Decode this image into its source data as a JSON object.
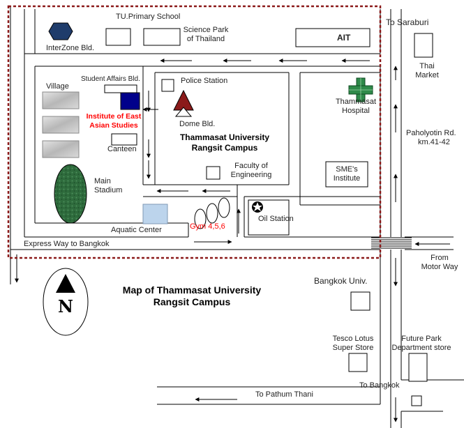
{
  "map_title": {
    "line1": "Map of Thammasat University",
    "line2": "Rangsit Campus"
  },
  "campus_label": {
    "line1": "Thammasat University",
    "line2": "Rangsit Campus"
  },
  "north": "N",
  "colors": {
    "boundary": "#8b1a1a",
    "road": "#000000",
    "institute": "#00008b",
    "institute_label": "#ff0000",
    "gym_label": "#ff0000",
    "stadium": "#2e6b3c",
    "hospital": "#2f8a4a",
    "dome": "#8b1a1a",
    "aquatic": "#bcd4ec",
    "interzone": "#1f3c6b"
  },
  "places": {
    "tu_primary": "TU.Primary School",
    "science_park": {
      "line1": "Science Park",
      "line2": "of Thailand"
    },
    "interzone": "InterZone Bld.",
    "ait": "AIT",
    "saraburi": "To Saraburi",
    "thai_market": {
      "line1": "Thai",
      "line2": "Market"
    },
    "student_affairs": "Student Affairs Bld.",
    "village": "Village",
    "institute": {
      "line1": "Institute of  East",
      "line2": "Asian Studies"
    },
    "canteen": "Canteen",
    "police": "Police Station",
    "dome": "Dome Bld.",
    "hospital": {
      "line1": "Thammasat",
      "line2": "Hospital"
    },
    "paholyotin": {
      "line1": "Paholyotin Rd.",
      "line2": "km.41-42"
    },
    "engineering": {
      "line1": "Faculty of",
      "line2": "Engineering"
    },
    "sme": {
      "line1": "SME's",
      "line2": "Institute"
    },
    "stadium": {
      "line1": "Main",
      "line2": "Stadium"
    },
    "aquatic": "Aquatic Center",
    "gym": "Gym 4,5,6",
    "oil": "Oil Station",
    "expressway": "Express Way to Bangkok",
    "motorway": {
      "line1": "From",
      "line2": "Motor Way"
    },
    "bangkok_univ": "Bangkok Univ.",
    "tesco": {
      "line1": "Tesco Lotus",
      "line2": "Super Store"
    },
    "future_park": {
      "line1": "Future Park",
      "line2": "Department store"
    },
    "to_bangkok": "To Bangkok",
    "pathum": "To Pathum Thani"
  }
}
